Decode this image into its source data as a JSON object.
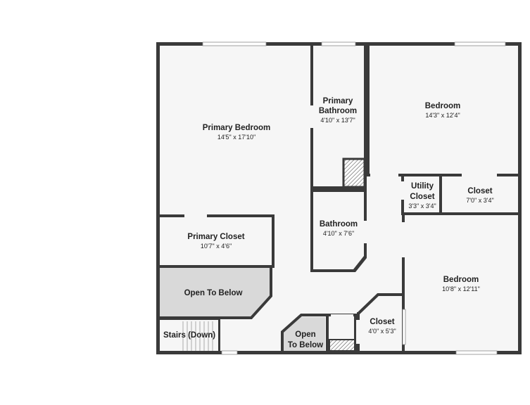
{
  "rooms": {
    "primary_bedroom": {
      "name": "Primary Bedroom",
      "dims": "14'5\" x 17'10\""
    },
    "primary_bathroom": {
      "name_line1": "Primary",
      "name_line2": "Bathroom",
      "dims": "4'10\" x 13'7\""
    },
    "bedroom_top": {
      "name": "Bedroom",
      "dims": "14'3\" x 12'4\""
    },
    "utility_closet": {
      "name_line1": "Utility",
      "name_line2": "Closet",
      "dims": "3'3\" x 3'4\""
    },
    "closet_right": {
      "name": "Closet",
      "dims": "7'0\" x 3'4\""
    },
    "bathroom": {
      "name": "Bathroom",
      "dims": "4'10\" x 7'6\""
    },
    "primary_closet": {
      "name": "Primary Closet",
      "dims": "10'7\" x 4'6\""
    },
    "open_to_below_left": {
      "name": "Open To Below"
    },
    "bedroom_bottom": {
      "name": "Bedroom",
      "dims": "10'8\" x 12'11\""
    },
    "closet_small": {
      "name": "Closet",
      "dims": "4'0\" x 5'3\""
    },
    "open_to_below_small": {
      "name_line1": "Open",
      "name_line2": "To Below"
    },
    "stairs": {
      "name": "Stairs (Down)"
    }
  }
}
